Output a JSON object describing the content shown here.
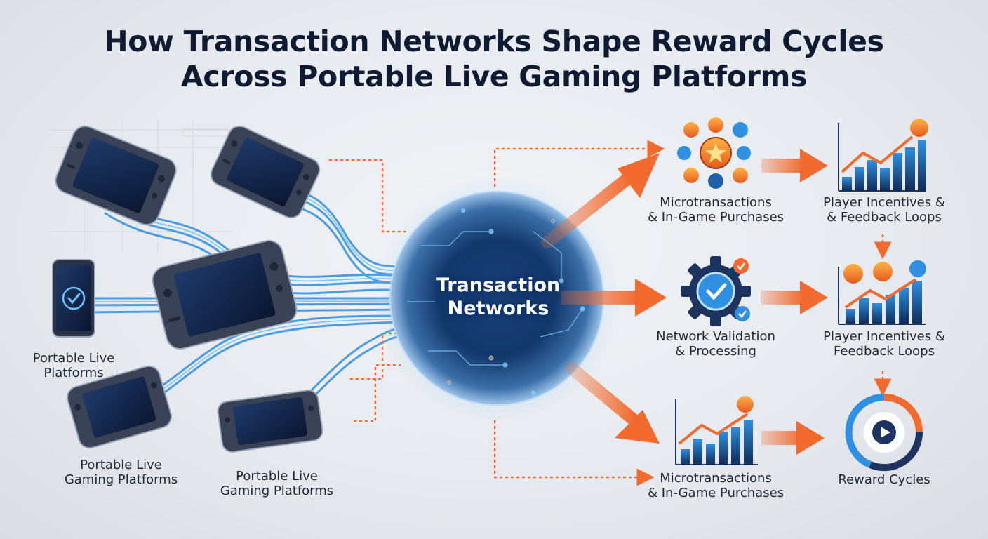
{
  "title": {
    "line1": "How Transaction Networks Shape Reward Cycles",
    "line2": "Across Portable Live Gaming Platforms"
  },
  "hub": {
    "line1": "Transaction",
    "line2": "Networks"
  },
  "left_labels": [
    {
      "line1": "Portable Live",
      "line2": "Platforms"
    },
    {
      "line1": "Portable Live",
      "line2": "Gaming Platforms"
    },
    {
      "line1": "Portable Live",
      "line2": "Gaming Platforms"
    }
  ],
  "middle_column": [
    {
      "line1": "Microtransactions",
      "line2": "& In-Game Purchases"
    },
    {
      "line1": "Network Validation",
      "line2": "& Processing"
    },
    {
      "line1": "Microtransactions",
      "line2": "& In-Game Purchases"
    }
  ],
  "right_column": [
    {
      "line1": "Player Incentives &",
      "line2": "& Feedback Loops"
    },
    {
      "line1": "Player Incentives &",
      "line2": "Feedback Loops"
    },
    {
      "line1": "Reward Cycles",
      "line2": ""
    }
  ],
  "colors": {
    "accent_orange": "#f26a2e",
    "network_blue": "#2f8fe0",
    "deep_navy": "#0f2a55",
    "device_body": "#3a4256",
    "title_color": "#0f1b33"
  }
}
